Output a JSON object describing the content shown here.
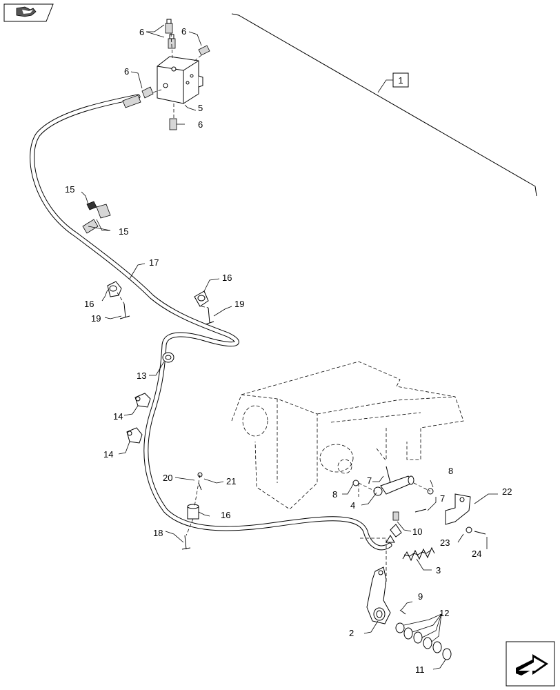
{
  "labels": {
    "l1": "1",
    "l2": "2",
    "l3": "3",
    "l4": "4",
    "l5": "5",
    "l6a": "6",
    "l6b": "6",
    "l6c": "6",
    "l6d": "6",
    "l7a": "7",
    "l7b": "7",
    "l8a": "8",
    "l8b": "8",
    "l9": "9",
    "l10": "10",
    "l11": "11",
    "l12": "12",
    "l13": "13",
    "l14a": "14",
    "l14b": "14",
    "l15a": "15",
    "l15b": "15",
    "l16a": "16",
    "l16b": "16",
    "l16c": "16",
    "l17": "17",
    "l18": "18",
    "l19a": "19",
    "l19b": "19",
    "l20": "20",
    "l21": "21",
    "l22": "22",
    "l23": "23",
    "l24": "24"
  },
  "icons": {
    "top_left": "flip-book-icon",
    "bottom_right": "next-page-arrow-icon"
  }
}
